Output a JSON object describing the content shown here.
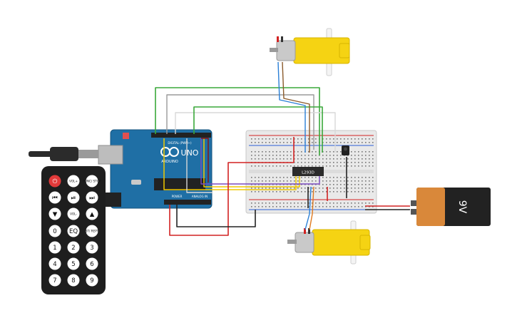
{
  "arduino": {
    "brand": "ARDUINO",
    "model": "UNO",
    "digital_label": "DIGITAL (PWM~)",
    "power_label": "POWER",
    "analog_label": "ANALOG IN"
  },
  "driver_chip": {
    "label": "L293D"
  },
  "battery": {
    "label": "9V"
  },
  "remote": {
    "buttons": [
      {
        "name": "power-button",
        "label": "⏻",
        "kind": "power"
      },
      {
        "name": "vol-plus-button",
        "label": "VOL+"
      },
      {
        "name": "func-stop-button",
        "label": "FUNC/ STOP"
      },
      {
        "name": "prev-button",
        "label": "⏮"
      },
      {
        "name": "play-pause-button",
        "label": "⏯"
      },
      {
        "name": "next-button",
        "label": "⏭"
      },
      {
        "name": "down-button",
        "label": "▼"
      },
      {
        "name": "vol-minus-button",
        "label": "VOL-"
      },
      {
        "name": "up-button",
        "label": "▲"
      },
      {
        "name": "digit-0-button",
        "label": "0"
      },
      {
        "name": "eq-button",
        "label": "EQ"
      },
      {
        "name": "st-rept-button",
        "label": "ST/ REPT"
      },
      {
        "name": "digit-1-button",
        "label": "1"
      },
      {
        "name": "digit-2-button",
        "label": "2"
      },
      {
        "name": "digit-3-button",
        "label": "3"
      },
      {
        "name": "digit-4-button",
        "label": "4"
      },
      {
        "name": "digit-5-button",
        "label": "5"
      },
      {
        "name": "digit-6-button",
        "label": "6"
      },
      {
        "name": "digit-7-button",
        "label": "7"
      },
      {
        "name": "digit-8-button",
        "label": "8"
      },
      {
        "name": "digit-9-button",
        "label": "9"
      }
    ]
  },
  "colors": {
    "arduino_blue": "#1f6fa5",
    "breadboard": "#e9e9e9",
    "motor_yellow": "#f5d313",
    "wire_green": "#3aa83a",
    "wire_red": "#d22222",
    "wire_yellow": "#f0c800",
    "wire_blue": "#2a7fd6",
    "wire_brown": "#8a5a2b",
    "battery_orange": "#d9883a"
  }
}
